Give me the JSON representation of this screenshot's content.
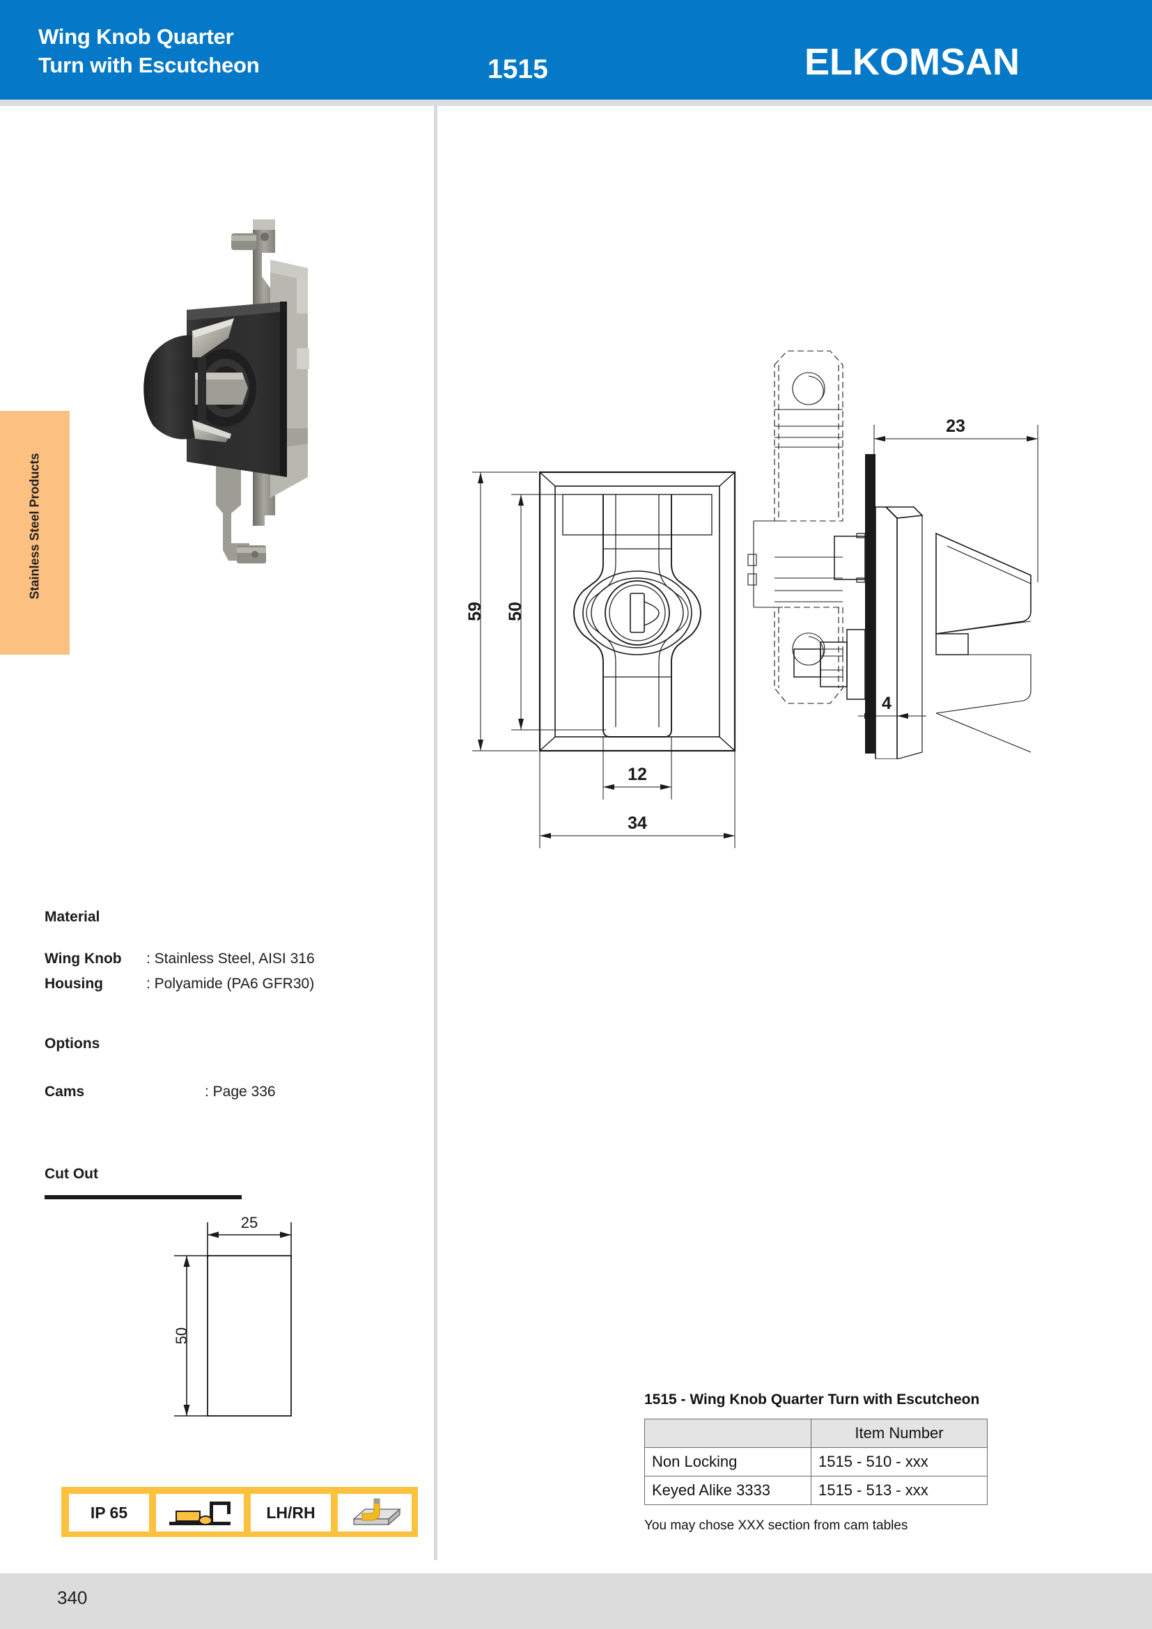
{
  "header": {
    "title_line1": "Wing Knob Quarter",
    "title_line2": "Turn with Escutcheon",
    "product_code": "1515",
    "brand": "ELKOMSAN",
    "bg_color": "#0579C8"
  },
  "side_tab": {
    "label": "Stainless Steel Products",
    "bg_color": "#FCC080"
  },
  "photo": {
    "alt": "wing-knob-quarter-turn-product-photo"
  },
  "material": {
    "heading": "Material",
    "rows": [
      {
        "label": "Wing Knob",
        "value": ": Stainless Steel, AISI 316"
      },
      {
        "label": "Housing",
        "value": ": Polyamide (PA6 GFR30)"
      }
    ]
  },
  "options": {
    "heading": "Options",
    "rows": [
      {
        "label": "Cams",
        "value": ": Page 336"
      }
    ]
  },
  "cutout": {
    "heading": "Cut Out",
    "width_dim": "25",
    "height_dim": "50"
  },
  "front_view": {
    "height_outer_dim": "59",
    "height_inner_dim": "50",
    "knob_width_dim": "12",
    "width_dim": "34"
  },
  "side_view": {
    "depth_dim": "23",
    "panel_dim": "4"
  },
  "icon_bar": {
    "bg_color": "#FCC23F",
    "items": [
      {
        "name": "ip-rating-icon",
        "label": "IP 65",
        "type": "text"
      },
      {
        "name": "panel-thickness-icon",
        "label": "",
        "type": "graphic"
      },
      {
        "name": "handing-icon",
        "label": "LH/RH",
        "type": "text"
      },
      {
        "name": "cam-adjust-icon",
        "label": "",
        "type": "graphic"
      }
    ]
  },
  "order_table": {
    "title": "1515 -  Wing Knob Quarter Turn with Escutcheon",
    "columns": [
      "",
      "Item Number"
    ],
    "rows": [
      {
        "variant": "Non Locking",
        "item_number": "1515 - 510 - xxx"
      },
      {
        "variant": "Keyed Alike 3333",
        "item_number": "1515 - 513 - xxx"
      }
    ],
    "note": "You may chose XXX section from cam tables"
  },
  "footer": {
    "page_number": "340",
    "bg_color": "#DCDCDC"
  }
}
